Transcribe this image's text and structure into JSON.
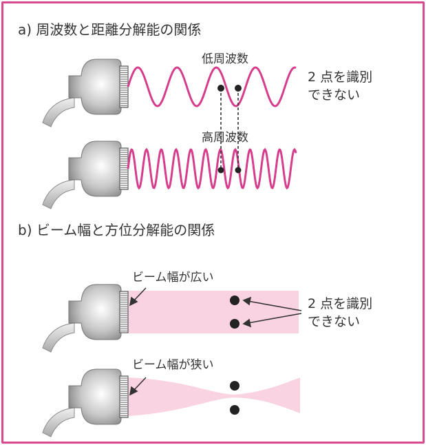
{
  "section_a": {
    "heading": "a) 周波数と距離分解能の関係",
    "low_label": "低周波数",
    "high_label": "高周波数",
    "note_line1": "2 点を識別",
    "note_line2": "できない"
  },
  "section_b": {
    "heading": "b) ビーム幅と方位分解能の関係",
    "wide_label": "ビーム幅が広い",
    "narrow_label": "ビーム幅が狭い",
    "note_line1": "2 点を識別",
    "note_line2": "できない"
  },
  "colors": {
    "accent": "#d9498f",
    "wave": "#d63d8c",
    "beam": "#f9d3e2",
    "text": "#333333"
  }
}
